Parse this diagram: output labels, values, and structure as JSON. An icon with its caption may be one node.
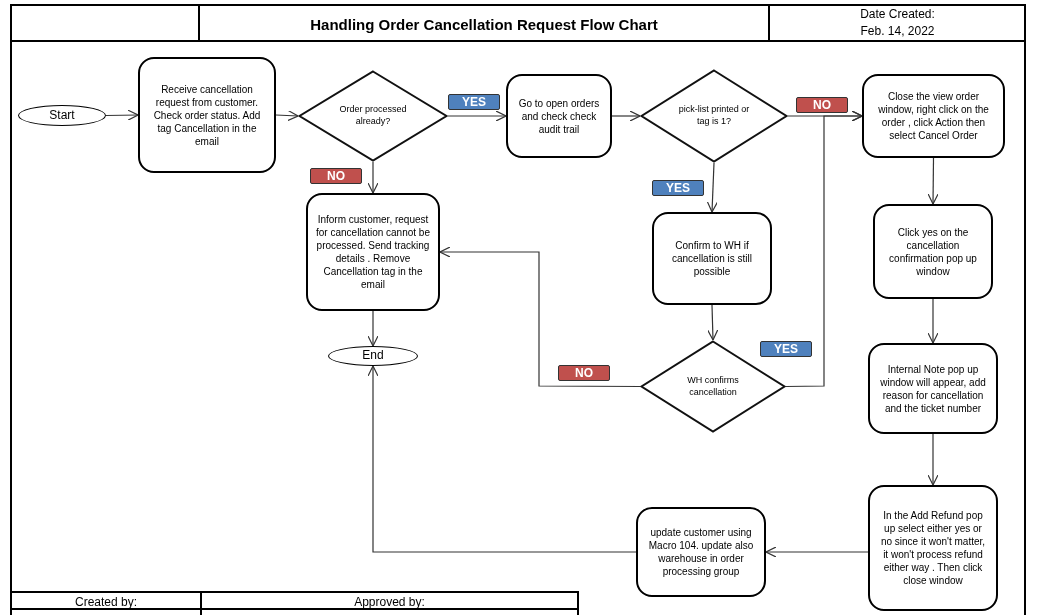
{
  "diagram": {
    "title": "Handling Order Cancellation Request Flow Chart",
    "nodes": [
      {
        "text": [
          "Start"
        ]
      },
      {
        "text": [
          "Receive cancellation request from customer. Check order status. Add tag Cancellation in the email"
        ]
      },
      {
        "text": [
          "Order processed already?"
        ]
      },
      {
        "text": [
          "Go to open orders and check check audit trail"
        ]
      },
      {
        "text": [
          "pick-list printed or tag is 1?"
        ]
      },
      {
        "text": [
          "Close the view order window, right click on the order , click Action then select Cancel Order"
        ]
      },
      {
        "text": [
          "Inform customer, request for cancellation cannot be processed. Send tracking details . Remove Cancellation tag in the email"
        ]
      },
      {
        "text": [
          "End"
        ]
      },
      {
        "text": [
          "Confirm to WH if cancellation is still possible"
        ]
      },
      {
        "text": [
          "Click yes on the cancellation confirmation pop up window"
        ]
      },
      {
        "text": [
          "WH confirms cancellation"
        ]
      },
      {
        "text": [
          "Internal Note pop up window will appear, add reason for cancellation and the ticket number"
        ]
      },
      {
        "text": [
          "update customer using Macro 104. update also warehouse in order processing group"
        ]
      },
      {
        "text": [
          "In the Add Refund pop up select either yes or no since it won't matter, it won't process refund either way . Then click close window"
        ]
      }
    ],
    "edges": [
      {
        "from": 0,
        "to": 1,
        "arrow": "to"
      },
      {
        "from": 1,
        "to": 2,
        "arrow": "to"
      },
      {
        "from": 2,
        "to": 3,
        "arrow": "to",
        "label": "YES"
      },
      {
        "from": 2,
        "to": 6,
        "arrow": "to",
        "label": "NO"
      },
      {
        "from": 3,
        "to": 4,
        "arrow": "to"
      },
      {
        "from": 4,
        "to": 5,
        "arrow": "to",
        "label": "NO"
      },
      {
        "from": 4,
        "to": 8,
        "arrow": "to",
        "label": "YES"
      },
      {
        "from": 8,
        "to": 10,
        "arrow": "to"
      },
      {
        "from": 10,
        "to": 6,
        "arrow": "to",
        "label": "NO"
      },
      {
        "from": 10,
        "to": 5,
        "arrow": "to",
        "label": "YES"
      },
      {
        "from": 5,
        "to": 9,
        "arrow": "to"
      },
      {
        "from": 9,
        "to": 11,
        "arrow": "to"
      },
      {
        "from": 11,
        "to": 13,
        "arrow": "to"
      },
      {
        "from": 13,
        "to": 12,
        "arrow": "to"
      },
      {
        "from": 12,
        "to": 7,
        "arrow": "to"
      },
      {
        "from": 6,
        "to": 7,
        "arrow": "to"
      }
    ],
    "labels": [
      "Date Created:",
      "Feb. 14, 2022",
      "Created by:",
      "Approved by:"
    ]
  }
}
